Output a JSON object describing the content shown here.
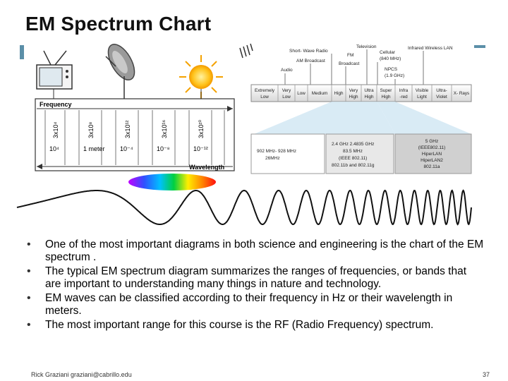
{
  "slide": {
    "title": "EM Spectrum Chart",
    "bullets": [
      "One of the most important diagrams in both science and engineering is the chart of the EM spectrum .",
      "The typical EM spectrum diagram summarizes the ranges of frequencies, or bands that are important to understanding many things in nature and technology.",
      "EM waves can be classified according to their frequency in Hz or their wavelength in meters.",
      "The most important range for this course is the RF (Radio Frequency) spectrum."
    ],
    "footer": "Rick Graziani graziani@cabrillo.edu",
    "page_number": "37"
  },
  "figure": {
    "frequency_label": "Frequency",
    "wavelength_label": "Wavelength",
    "frequency_ticks": [
      "3x10⁴",
      "3x10⁸",
      "3x10¹²",
      "3x10¹⁶",
      "3x10²⁰"
    ],
    "wavelength_ticks": [
      "10⁴",
      "1 meter",
      "10⁻⁴",
      "10⁻⁸",
      "10⁻¹²"
    ],
    "top_labels": {
      "shortwave": "Short- Wave Radio",
      "television": "Television",
      "fm": "FM",
      "broadcast": "Broadcast",
      "cellular": "Cellular",
      "cellular_freq": "(840 MHz)",
      "infrared_lan": "Infrared Wireless LAN",
      "am": "AM Broadcast",
      "audio": "Audio",
      "npcs": "NPCS",
      "npcs_freq": "(1.9 GHz)"
    },
    "bands": [
      [
        "Extremely",
        "Low"
      ],
      [
        "Very",
        "Low"
      ],
      [
        "Low",
        ""
      ],
      [
        "Medium",
        ""
      ],
      [
        "High",
        ""
      ],
      [
        "Very",
        "High"
      ],
      [
        "Ultra",
        "High"
      ],
      [
        "Super",
        "High"
      ],
      [
        "Infra",
        "-red"
      ],
      [
        "Visible",
        "Light"
      ],
      [
        "Ultra-",
        "Violet"
      ],
      [
        "X- Rays",
        ""
      ]
    ],
    "ism_902": [
      "902 MHz- 928 MHz",
      "26MHz"
    ],
    "ism_24": [
      "2.4 GHz 2.4835 GHz",
      "83.5 MHz",
      "(IEEE 802.11)",
      "802.11b and 802.11g"
    ],
    "ism_5": [
      "5 GHz",
      "(IEEE802.11)",
      "HiperLAN",
      "HiperLAN2",
      "802.11a"
    ]
  }
}
